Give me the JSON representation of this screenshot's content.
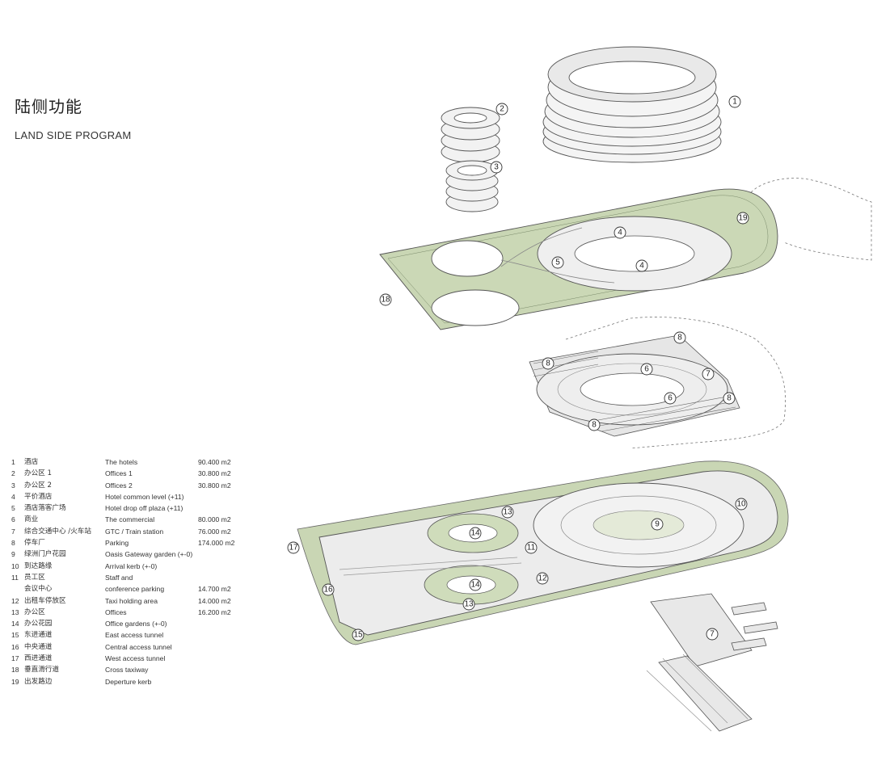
{
  "title_cn": "陆侧功能",
  "title_en": "LAND SIDE PROGRAM",
  "legend": [
    {
      "num": "1",
      "cn": "酒店",
      "en": "The hotels",
      "area": "90.400 m2"
    },
    {
      "num": "2",
      "cn": "办公区 1",
      "en": "Offices 1",
      "area": "30.800 m2"
    },
    {
      "num": "3",
      "cn": "办公区 2",
      "en": "Offices 2",
      "area": "30.800 m2"
    },
    {
      "num": "4",
      "cn": "平价酒店",
      "en": "Hotel common level (+11)",
      "area": ""
    },
    {
      "num": "5",
      "cn": "酒店落客广场",
      "en": "Hotel drop off plaza (+11)",
      "area": ""
    },
    {
      "num": "6",
      "cn": "商业",
      "en": "The commercial",
      "area": "80.000 m2"
    },
    {
      "num": "7",
      "cn": "综合交通中心 /火车站",
      "en": "GTC / Train station",
      "area": "76.000 m2"
    },
    {
      "num": "8",
      "cn": "停车厂",
      "en": "Parking",
      "area": "174.000 m2"
    },
    {
      "num": "9",
      "cn": "绿洲门户花园",
      "en": "Oasis Gateway garden (+-0)",
      "area": ""
    },
    {
      "num": "10",
      "cn": "到达路缘",
      "en": "Arrival kerb (+-0)",
      "area": ""
    },
    {
      "num": "11",
      "cn": "员工区",
      "en": "Staff and",
      "area": ""
    },
    {
      "num": "",
      "cn": "会议中心",
      "en": "conference parking",
      "area": "14.700 m2"
    },
    {
      "num": "12",
      "cn": "出租车停放区",
      "en": "Taxi holding area",
      "area": "14.000 m2"
    },
    {
      "num": "13",
      "cn": "办公区",
      "en": "Offices",
      "area": "16.200 m2"
    },
    {
      "num": "14",
      "cn": "办公花园",
      "en": "Office gardens (+-0)",
      "area": ""
    },
    {
      "num": "15",
      "cn": "东进通道",
      "en": "East access tunnel",
      "area": ""
    },
    {
      "num": "16",
      "cn": "中央通道",
      "en": "Central access tunnel",
      "area": ""
    },
    {
      "num": "17",
      "cn": "西进通道",
      "en": "West access tunnel",
      "area": ""
    },
    {
      "num": "18",
      "cn": "垂直滑行道",
      "en": "Cross taxiway",
      "area": ""
    },
    {
      "num": "19",
      "cn": "出发路边",
      "en": "Deperture kerb",
      "area": ""
    }
  ],
  "callouts": [
    "1",
    "2",
    "3",
    "4",
    "4",
    "5",
    "18",
    "19",
    "8",
    "8",
    "6",
    "7",
    "6",
    "8",
    "8",
    "13",
    "10",
    "14",
    "9",
    "17",
    "11",
    "14",
    "12",
    "16",
    "13",
    "15",
    "7"
  ],
  "colors": {
    "green": "#c9d6b4",
    "ink": "#444444",
    "light": "#eeeeee"
  }
}
